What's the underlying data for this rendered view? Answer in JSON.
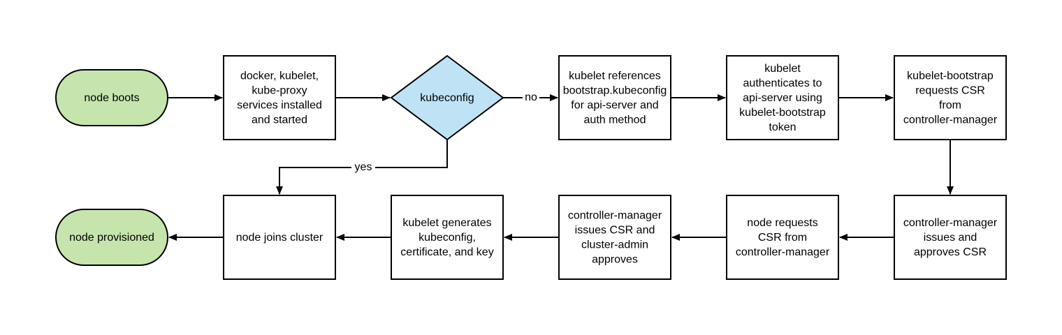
{
  "colors": {
    "terminal_fill": "#c6e5ad",
    "decision_fill": "#bfe3f5",
    "process_fill": "#ffffff",
    "stroke": "#000000"
  },
  "nodes": {
    "node_boots": {
      "lines": [
        "node boots"
      ]
    },
    "services_installed": {
      "lines": [
        "docker, kubelet,",
        "kube-proxy",
        "services installed",
        "and started"
      ]
    },
    "kubeconfig": {
      "lines": [
        "kubeconfig"
      ]
    },
    "kubelet_references": {
      "lines": [
        "kubelet references",
        "bootstrap.kubeconfig",
        "for api-server and",
        "auth method"
      ]
    },
    "kubelet_authenticates": {
      "lines": [
        "kubelet",
        "authenticates to",
        "api-server using",
        "kubelet-bootstrap",
        "token"
      ]
    },
    "bootstrap_requests_csr": {
      "lines": [
        "kubelet-bootstrap",
        "requests CSR",
        "from",
        "controller-manager"
      ]
    },
    "cm_issues_approves": {
      "lines": [
        "controller-manager",
        "issues and",
        "approves CSR"
      ]
    },
    "node_requests_csr": {
      "lines": [
        "node requests",
        "CSR from",
        "controller-manager"
      ]
    },
    "cm_issues_admin_approves": {
      "lines": [
        "controller-manager",
        "issues CSR and",
        "cluster-admin",
        "approves"
      ]
    },
    "kubelet_generates": {
      "lines": [
        "kubelet generates",
        "kubeconfig,",
        "certificate, and key"
      ]
    },
    "node_joins": {
      "lines": [
        "node joins cluster"
      ]
    },
    "node_provisioned": {
      "lines": [
        "node provisioned"
      ]
    }
  },
  "edge_labels": {
    "no": "no",
    "yes": "yes"
  }
}
